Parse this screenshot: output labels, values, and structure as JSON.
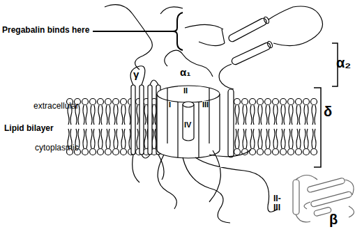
{
  "diagram": {
    "labels": [
      "Pregabalin binds here",
      "α₂",
      "δ",
      "α₁",
      "γ",
      "extracellular",
      "Lipid bilayer",
      "cytoplasmic",
      "I",
      "II",
      "III",
      "IV",
      "II- III",
      "β"
    ]
  }
}
